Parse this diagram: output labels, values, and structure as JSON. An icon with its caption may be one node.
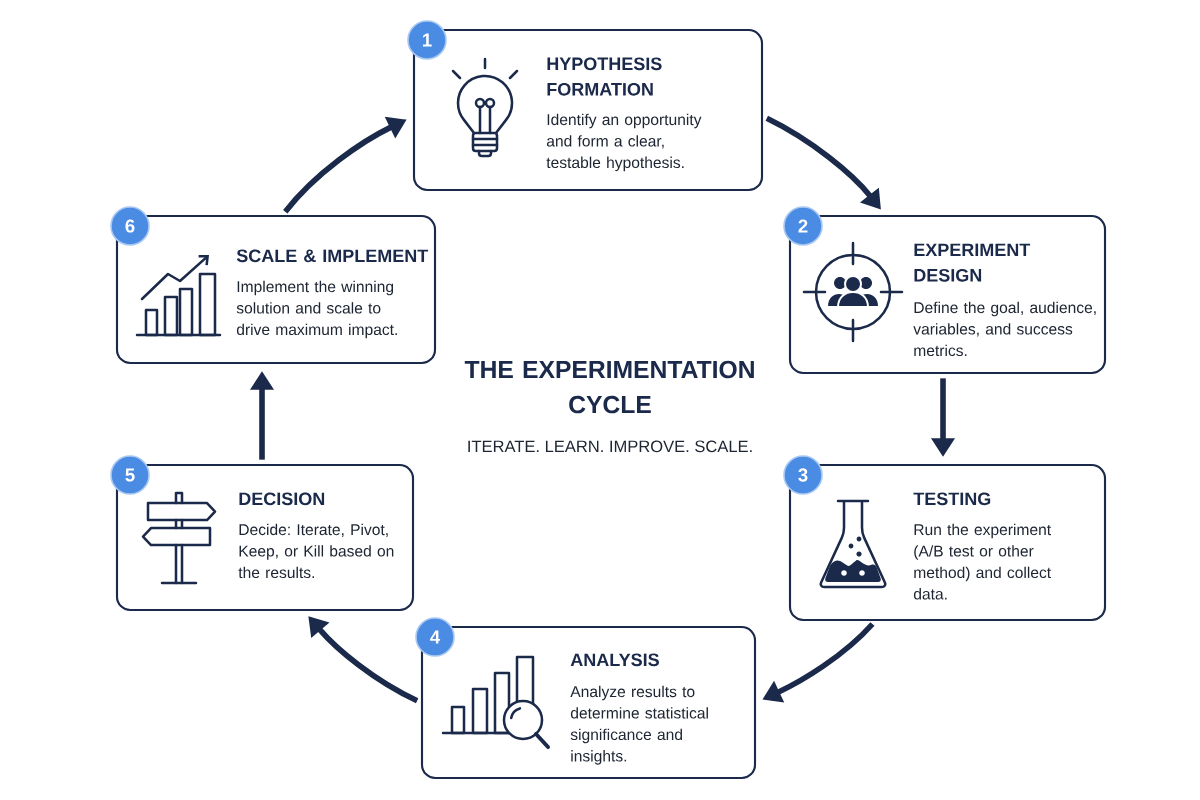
{
  "diagram": {
    "title": "THE EXPERIMENTATION CYCLE",
    "nodes": [
      {
        "text": [
          "1",
          "HYPOTHESIS FORMATION",
          "Identify an opportunity and form a clear, testable hypothesis."
        ]
      },
      {
        "text": [
          "2",
          "EXPERIMENT DESIGN",
          "Define the goal, audience, variables, and success metrics."
        ]
      },
      {
        "text": [
          "3",
          "TESTING",
          "Run the experiment (A/B test or other method) and collect data."
        ]
      },
      {
        "text": [
          "4",
          "ANALYSIS",
          "Analyze results to determine statistical significance and insights."
        ]
      },
      {
        "text": [
          "5",
          "DECISION",
          "Decide: Iterate, Pivot, Keep, or Kill based on the results."
        ]
      },
      {
        "text": [
          "6",
          "SCALE & IMPLEMENT",
          "Implement the winning solution and scale to drive maximum impact."
        ]
      }
    ],
    "edges": [
      {
        "from": 0,
        "to": 1,
        "arrow": "to"
      },
      {
        "from": 1,
        "to": 2,
        "arrow": "to"
      },
      {
        "from": 2,
        "to": 3,
        "arrow": "to"
      },
      {
        "from": 3,
        "to": 4,
        "arrow": "to"
      },
      {
        "from": 4,
        "to": 5,
        "arrow": "to"
      },
      {
        "from": 5,
        "to": 0,
        "arrow": "to"
      }
    ],
    "labels": [
      "ITERATE. LEARN. IMPROVE. SCALE."
    ]
  }
}
